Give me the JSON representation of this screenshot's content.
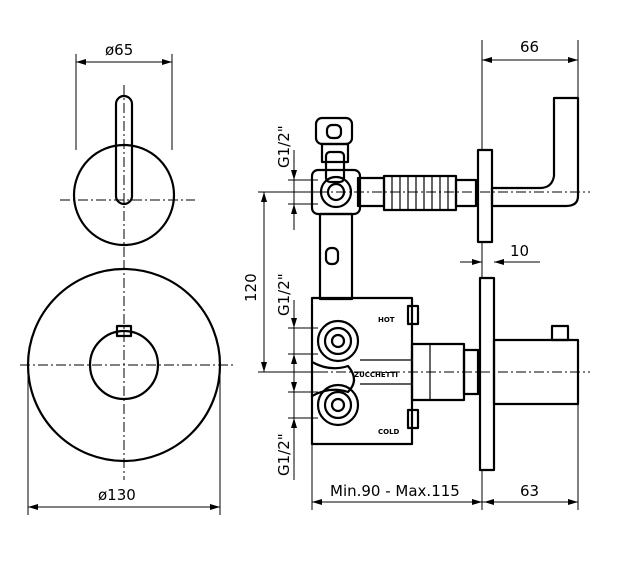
{
  "dimensions": {
    "dia_small": "ø65",
    "dia_large": "ø130",
    "handle_depth": "66",
    "plate_thickness": "10",
    "body_depth": "Min.90 - Max.115",
    "knob_depth": "63",
    "spacing": "120",
    "thread_top": "G1/2\"",
    "thread_mid": "G1/2\"",
    "thread_bottom": "G1/2\""
  },
  "body_labels": {
    "hot": "HOT",
    "brand": "ZUCCHETTI",
    "cold": "COLD"
  }
}
